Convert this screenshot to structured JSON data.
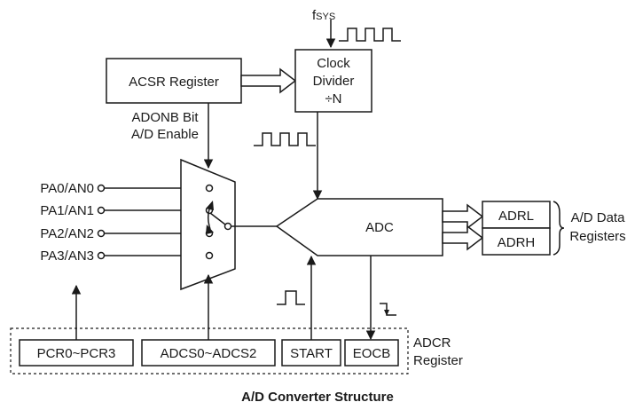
{
  "caption": "A/D Converter Structure",
  "clock": {
    "fsys": "fSYS"
  },
  "acsr": {
    "label": "ACSR Register"
  },
  "clock_divider": {
    "line1": "Clock",
    "line2": "Divider",
    "line3": "÷N"
  },
  "adonb": {
    "line1": "ADONB Bit",
    "line2": "A/D Enable"
  },
  "pins": [
    "PA0/AN0",
    "PA1/AN1",
    "PA2/AN2",
    "PA3/AN3"
  ],
  "adc": {
    "label": "ADC"
  },
  "data_registers": {
    "adrl": "ADRL",
    "adrh": "ADRH",
    "caption_line1": "A/D Data",
    "caption_line2": "Registers"
  },
  "adcr": {
    "pcr": "PCR0~PCR3",
    "adcs": "ADCS0~ADCS2",
    "start": "START",
    "eocb": "EOCB",
    "caption_line1": "ADCR",
    "caption_line2": "Register"
  }
}
